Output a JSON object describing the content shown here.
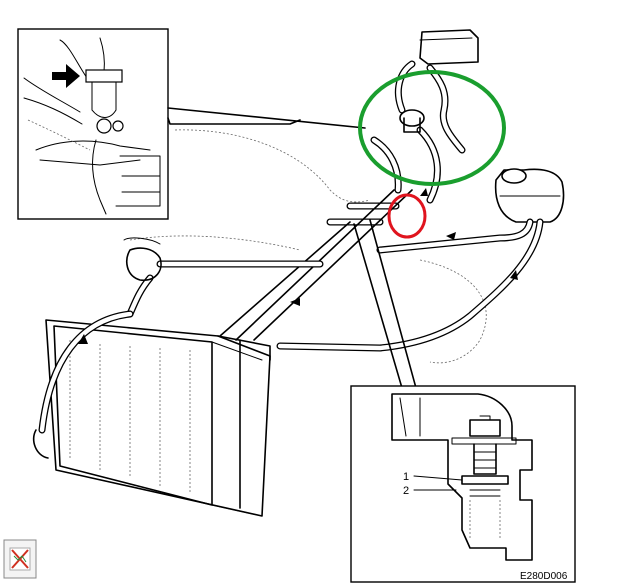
{
  "diagram": {
    "figure_code": "E280D006",
    "callouts": [
      {
        "number": "1"
      },
      {
        "number": "2"
      }
    ],
    "annotation_colors": {
      "green_ring": "#1a9e2e",
      "red_ring": "#e0141e"
    },
    "broken_image_icon": "broken-image-icon"
  }
}
